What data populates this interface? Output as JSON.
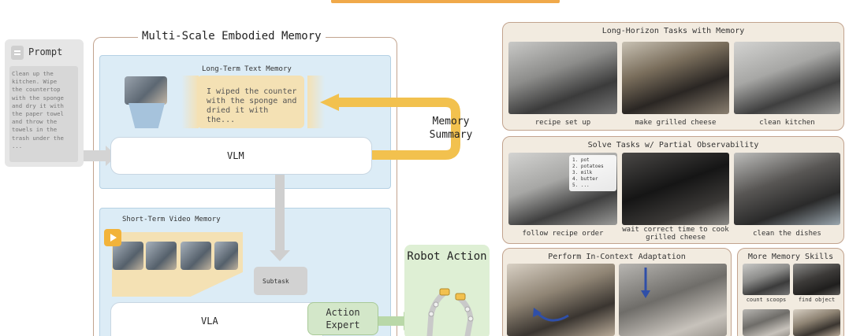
{
  "prompt": {
    "title": "Prompt",
    "text": "Clean up the\nkitchen. Wipe\nthe countertop\nwith the sponge\nand dry it with\nthe paper towel\nand throw the\ntowels in the\ntrash under the\n..."
  },
  "memory": {
    "title": "Multi-Scale Embodied Memory",
    "long_term_label": "Long-Term Text Memory",
    "text_memory": "I wiped the counter with the sponge and dried it with the...",
    "short_term_label": "Short-Term Video Memory",
    "vlm_label": "VLM",
    "vla_label": "VLA",
    "subtask_label": "Subtask",
    "action_expert_label": "Action Expert",
    "memory_summary_label": "Memory Summary"
  },
  "robot_action": {
    "label": "Robot Action"
  },
  "panels": {
    "long_horizon": {
      "title": "Long-Horizon Tasks with Memory",
      "captions": [
        "recipe set up",
        "make grilled cheese",
        "clean kitchen"
      ]
    },
    "partial_observability": {
      "title": "Solve Tasks w/ Partial Observability",
      "captions": [
        "follow recipe order",
        "wait correct time to cook grilled cheese",
        "clean the dishes"
      ],
      "recipe_items": [
        "1. pot",
        "2. potatoes",
        "3. milk",
        "4. butter",
        "5. ..."
      ]
    },
    "adaptation": {
      "title": "Perform In-Context Adaptation"
    },
    "more_skills": {
      "title": "More Memory Skills",
      "captions": [
        "count scoops",
        "find object"
      ]
    }
  },
  "colors": {
    "memory_yellow": "#f4e1b4",
    "arrow_yellow": "#f2c14e",
    "panel_blue": "#dcecf6",
    "panel_beige": "#f2ebe0",
    "action_green": "#d3e7c9"
  }
}
